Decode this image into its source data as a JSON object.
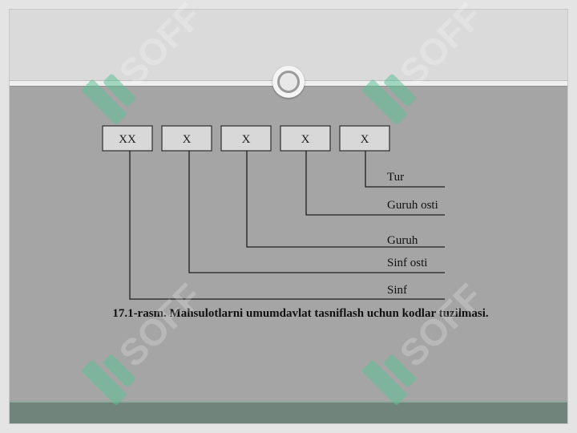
{
  "diagram": {
    "code_boxes": [
      "XX",
      "X",
      "X",
      "X",
      "X"
    ],
    "levels": [
      "Tur",
      "Guruh osti",
      "Guruh",
      "Sinf osti",
      "Sinf"
    ],
    "caption": "17.1-rasm. Mahsulotlarni umumdavlat tasniflash uchun kodlar tuzilmasi."
  },
  "colors": {
    "slide_background": "#a5a5a5",
    "header_band": "#dadada",
    "footer_band": "#70847b",
    "box_fill": "#d8d8d8",
    "watermark": "#5fbf98"
  },
  "watermark": {
    "text": "SOFF",
    "icon": "soff-logo-icon"
  }
}
